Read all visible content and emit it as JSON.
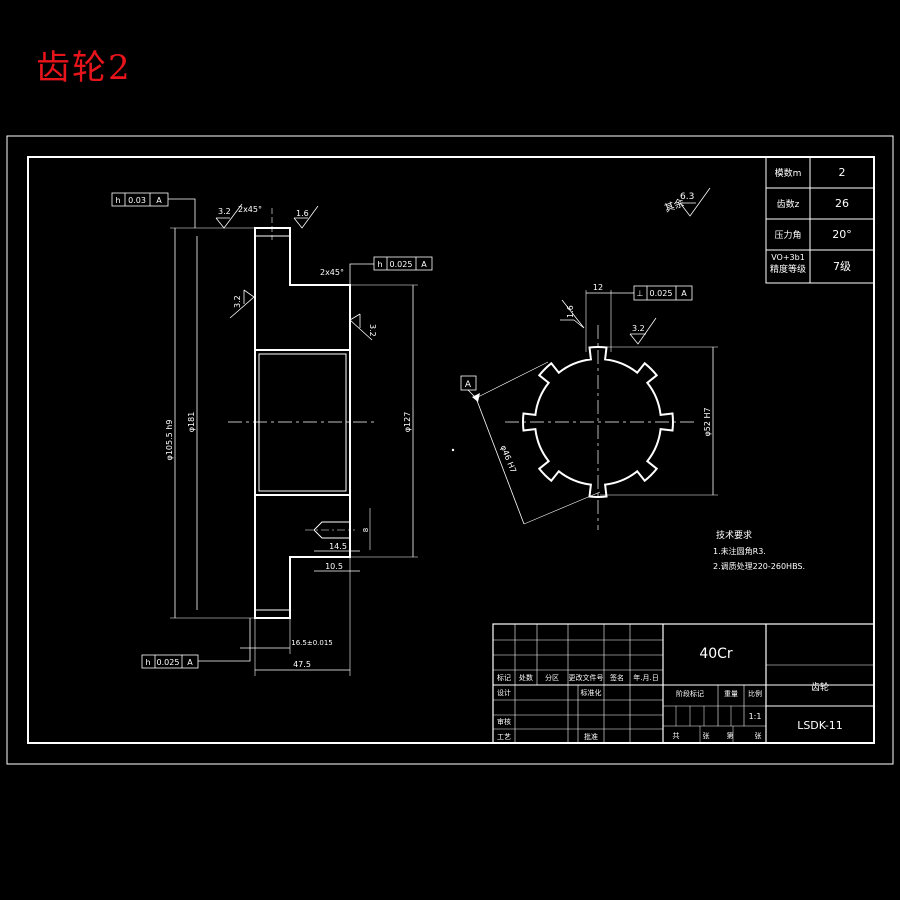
{
  "title": "齿轮2",
  "colors": {
    "background": "#000000",
    "line": "#ffffff",
    "title": "#e8141c"
  },
  "gear_params": [
    {
      "label": "模数m",
      "value": "2"
    },
    {
      "label": "齿数z",
      "value": "26"
    },
    {
      "label": "压力角",
      "value": "20°"
    },
    {
      "label": "精度等级",
      "value": "7级",
      "note": "VO+3b1"
    }
  ],
  "roughness_note": {
    "label": "其余",
    "value": "6.3"
  },
  "side_view": {
    "tol_top": {
      "sym": "h",
      "val": "0.03",
      "ref": "A"
    },
    "tol_mid": {
      "sym": "h",
      "val": "0.025",
      "ref": "A"
    },
    "tol_bottom": {
      "sym": "h",
      "val": "0.025",
      "ref": "A"
    },
    "rough_top": "3.2",
    "rough_16": "1.6",
    "rough_left": "3.2",
    "rough_right": "3.2",
    "chamfer_1": "2x45°",
    "chamfer_2": "2x45°",
    "dia_outer": "φ105.5 h9",
    "dia_pitch": "φ181",
    "dia_hub": "φ127",
    "dim_14_5": "14.5",
    "dim_10_5": "10.5",
    "dim_16_5": "16.5±0.015",
    "dim_47_5": "47.5",
    "dim_8": "8"
  },
  "front_view": {
    "datum": "A",
    "tol": {
      "sym": "⊥",
      "val": "0.025",
      "ref": "A"
    },
    "key_width": "12",
    "rough_16": "1.6",
    "rough_32": "3.2",
    "dia_outer": "φ52 H7",
    "dia_inner": "φ46 H7"
  },
  "tech_req": {
    "heading": "技术要求",
    "items": [
      "1.未注圆角R3.",
      "2.调质处理220-260HBS."
    ]
  },
  "title_block": {
    "material": "40Cr",
    "part_name": "齿轮",
    "drawing_no": "LSDK-11",
    "scale": "1:1",
    "labels_row": [
      "标记",
      "处数",
      "分区",
      "更改文件号",
      "签名",
      "年.月.日"
    ],
    "labels_left": [
      "设计",
      "审核",
      "工艺"
    ],
    "labels_mid": [
      "标准化",
      "批准"
    ],
    "labels_right": [
      "阶段标记",
      "重量",
      "比例"
    ],
    "labels_bottom": [
      "共",
      "张",
      "第",
      "张"
    ]
  }
}
